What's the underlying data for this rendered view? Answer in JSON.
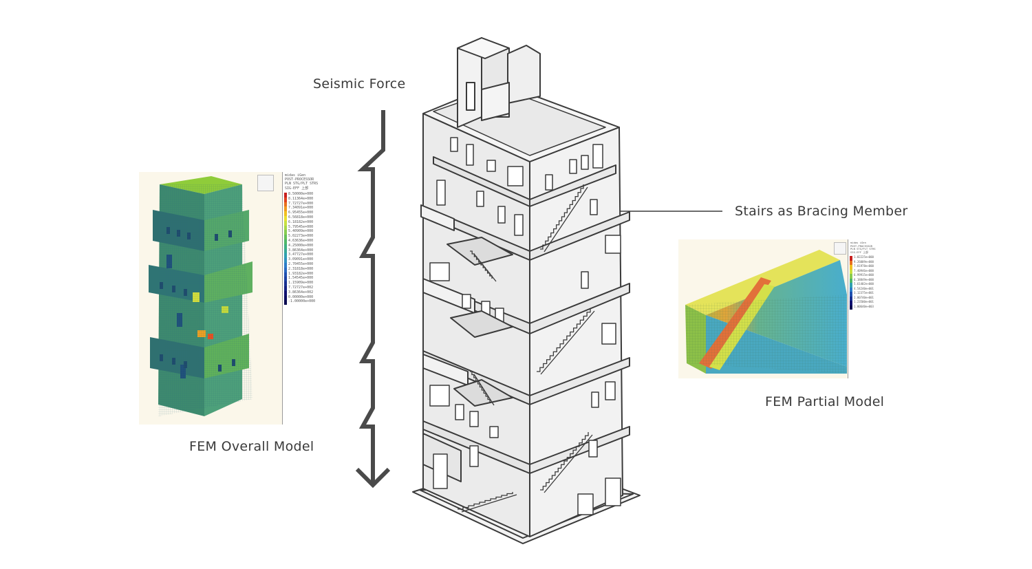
{
  "labels": {
    "seismic_force": "Seismic Force",
    "stairs_bracing": "Stairs as Bracing Member",
    "fem_overall": "FEM Overall Model",
    "fem_partial": "FEM Partial Model"
  },
  "overall_model": {
    "header_lines": [
      "midas iGen",
      "POST-PROCESSOR",
      "PLN STG/PLT STRS",
      "SIG-EFF 上部"
    ],
    "legend_values": [
      "8.50000e+000",
      "8.11364e+000",
      "7.72727e+000",
      "7.34091e+000",
      "6.95455e+000",
      "6.56818e+000",
      "6.18182e+000",
      "5.79545e+000",
      "5.40909e+000",
      "5.02273e+000",
      "4.63636e+000",
      "4.25000e+000",
      "3.86364e+000",
      "3.47727e+000",
      "3.09091e+000",
      "2.70455e+000",
      "2.31818e+000",
      "1.93182e+000",
      "1.54545e+000",
      "1.15909e+000",
      "7.72727e+002",
      "3.86364e+002",
      "0.00000e+000",
      "-1.00000e+000"
    ]
  },
  "partial_model": {
    "header_lines": [
      "midas iGen",
      "POST-PROCESSOR",
      "PLN STG/PLT STRS",
      "SIG-EFF 上部"
    ],
    "legend_values": [
      "1.02225e+000",
      "9.26009e+000",
      "7.81978e+000",
      "7.40946e+000",
      "6.99915e+000",
      "6.18849e+000",
      "5.61402e+000",
      "4.54240e+001",
      "3.12375e+001",
      "2.00740e+001",
      "1.23500e+001",
      "1.00640e+003"
    ]
  },
  "colors": {
    "stroke": "#3a3a3a",
    "building_fill": "#efefef",
    "arrow": "#4a4a4a"
  }
}
